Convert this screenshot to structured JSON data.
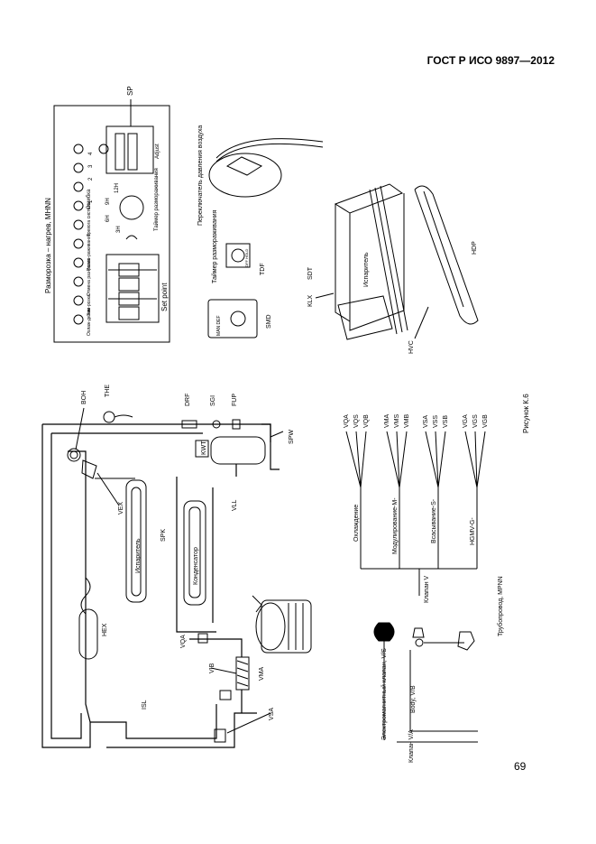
{
  "header": {
    "standard": "ГОСТ Р ИСО 9897—2012"
  },
  "page_number": "69",
  "figure_caption": "Рисунок К.6",
  "control_panel": {
    "title": "Разморозка – нагрев, MHNN",
    "setpoint_label": "Set point",
    "sp_tag": "SP",
    "timer_label": "Таймер размораживания",
    "button_labels": [
      "Охлаж-дение",
      "Зам-розка",
      "Отмена раз-розка",
      "Размо-раживание",
      "Тревога системы",
      "Ошибка"
    ],
    "indicator_numbers": [
      "1",
      "2",
      "3",
      "4"
    ],
    "timer_hours": [
      "3H",
      "6H",
      "9H",
      "12H"
    ],
    "adjust_label": "Adjust"
  },
  "components": {
    "smd": {
      "tag": "SMD",
      "switch_labels": "MAN DEF"
    },
    "tdf": {
      "tag": "TDF",
      "label": "Таймер размораживания",
      "dial_text": "OFF HOLD"
    },
    "pressure_switch": {
      "label": "Переключатель давления воздуха"
    },
    "evaporator_unit": {
      "label": "Испаритель",
      "tags": [
        "KLX",
        "SDT",
        "HVC",
        "HDP"
      ]
    }
  },
  "refrigeration_diagram": {
    "tags": [
      "BOH",
      "THE",
      "DRF",
      "SGI",
      "FUP",
      "SPW",
      "KWT",
      "VLL",
      "SPK",
      "VEX",
      "HEX",
      "VQA",
      "VIB",
      "VMA",
      "VSA",
      "ISL"
    ],
    "evaporator_label": "Испаритель",
    "condenser_label": "Конденсатор"
  },
  "valve_legend": {
    "groups": [
      {
        "label": "Охлаждение",
        "codes": [
          "VQA",
          "VQS",
          "VQB"
        ]
      },
      {
        "label": "Модулирование-М-",
        "codes": [
          "VMA",
          "VMS",
          "VMB"
        ]
      },
      {
        "label": "Всасывание-S-",
        "codes": [
          "VSA",
          "VSS",
          "VSB"
        ]
      },
      {
        "label": "HGMV-G-",
        "codes": [
          "VGA",
          "VGS",
          "VGB"
        ]
      }
    ],
    "valve_label": "Клапан V",
    "pipeline_label": "Трубопровод, MPNN"
  },
  "parts_legend": {
    "solenoid_label": "Электромагнитный клапан, V/S",
    "body_label": "Body, V/B",
    "valve_va_label": "Клапан V/A"
  }
}
